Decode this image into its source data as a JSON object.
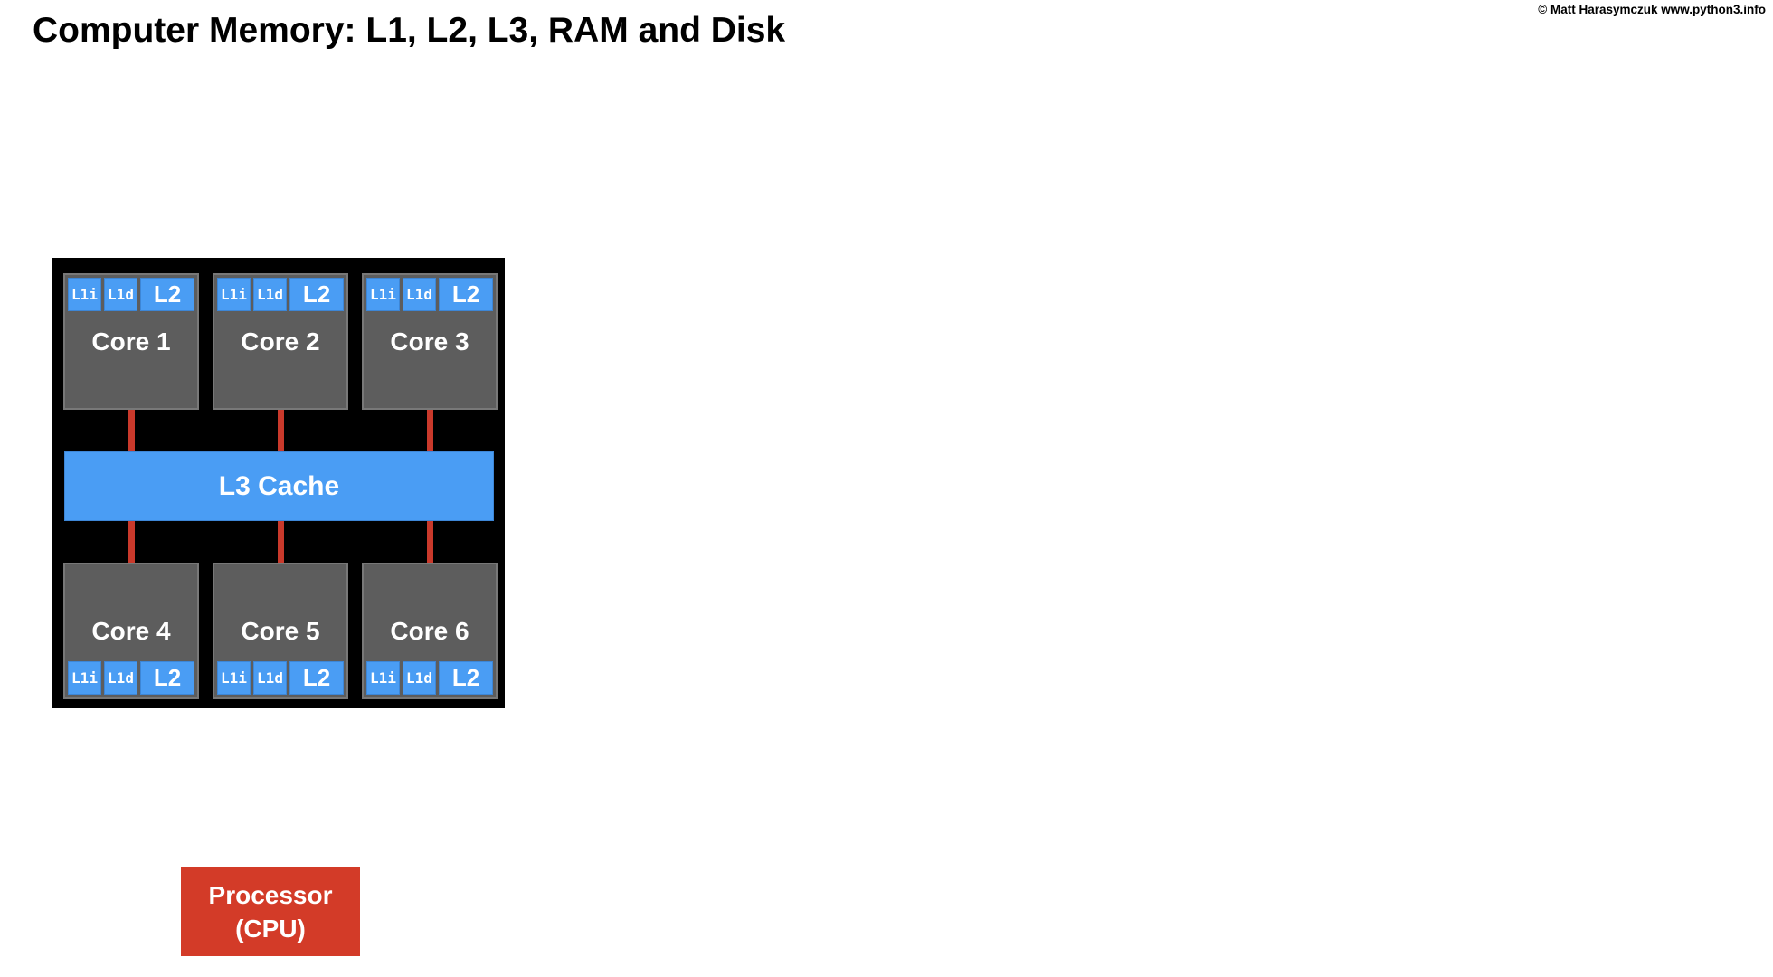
{
  "page": {
    "title": "Computer Memory: L1, L2, L3, RAM and Disk",
    "copyright": "© Matt Harasymczuk www.python3.info"
  },
  "colors": {
    "page_background": "#ffffff",
    "text_black": "#000000",
    "die_background": "#000000",
    "core_fill": "#5d5d5d",
    "core_border": "#787878",
    "cache_blue": "#4a9df4",
    "bus_red": "#c9392b",
    "processor_red": "#d33b28",
    "label_white": "#ffffff"
  },
  "diagram": {
    "l3_label": "L3 Cache",
    "cache_labels": {
      "l1i": "L1i",
      "l1d": "L1d",
      "l2": "L2"
    },
    "cores": [
      {
        "label": "Core 1"
      },
      {
        "label": "Core 2"
      },
      {
        "label": "Core 3"
      },
      {
        "label": "Core 4"
      },
      {
        "label": "Core 5"
      },
      {
        "label": "Core 6"
      }
    ],
    "processor": {
      "line1": "Processor",
      "line2": "(CPU)"
    }
  }
}
